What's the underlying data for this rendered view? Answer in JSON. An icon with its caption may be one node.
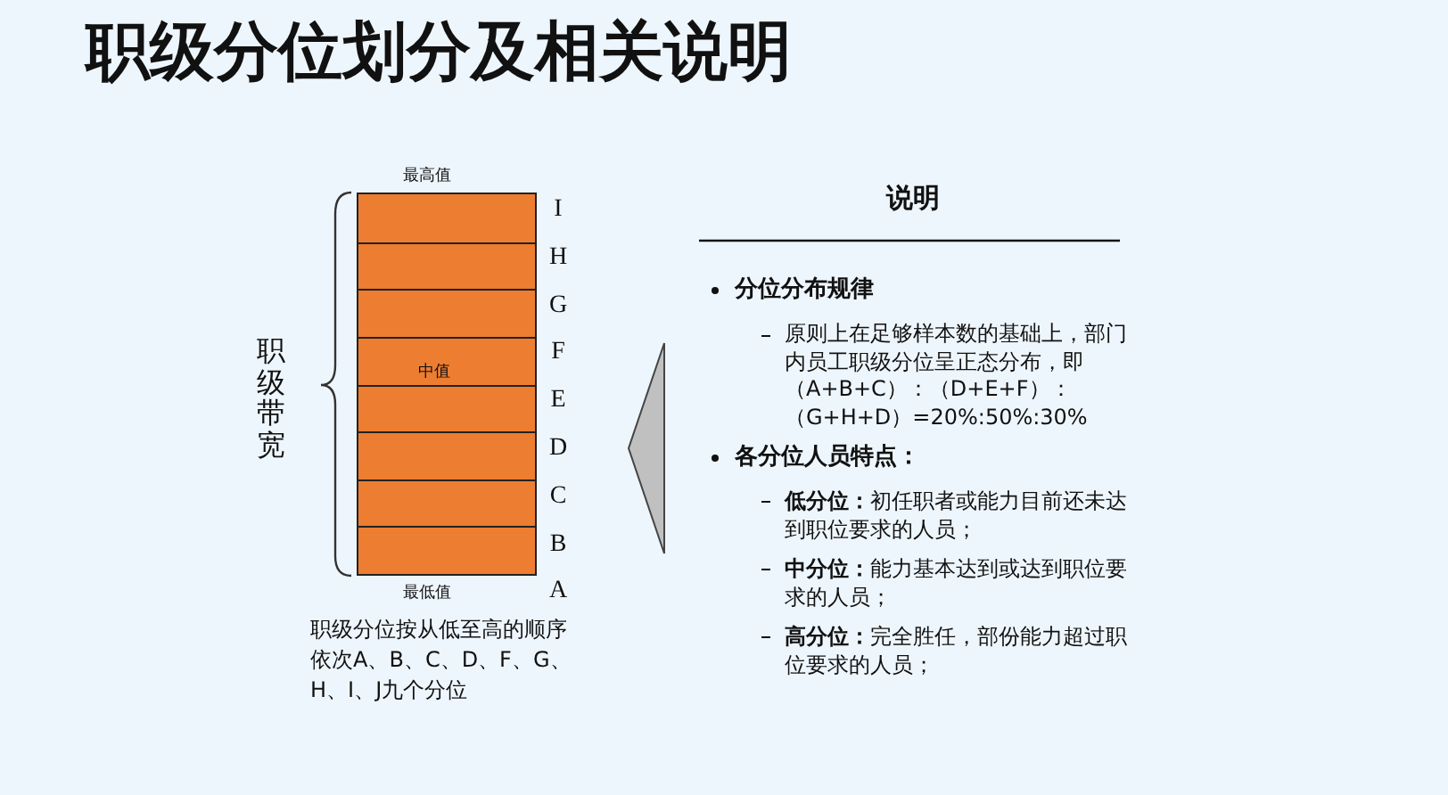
{
  "diagram": {
    "title": "职级分位划分及相关说明",
    "nodes": [
      {
        "text": [
          "中值"
        ],
        "beside": [
          "最高值",
          "最低值"
        ]
      },
      {
        "text": [],
        "shape": "triangle"
      }
    ],
    "labels": [
      "职级带宽",
      "I",
      "H",
      "G",
      "F",
      "E",
      "D",
      "C",
      "B",
      "A",
      "职级分位按从低至高的顺序依次A、B、C、D、F、G、H、I、J九个分位",
      "说明",
      "分位分布规律",
      "原则上在足够样本数的基础上，部门内员工职级分位呈正态分布，即（A+B+C）：（D+E+F）：（G+H+D）=20%:50%:30%",
      "各分位人员特点：",
      "**低分位：**初任职者或能力目前还未达到职位要求的人员；",
      "**中分位：**能力基本达到或达到职位要求的人员；",
      "**高分位：**完全胜任，部份能力超过职位要求的人员；"
    ]
  }
}
